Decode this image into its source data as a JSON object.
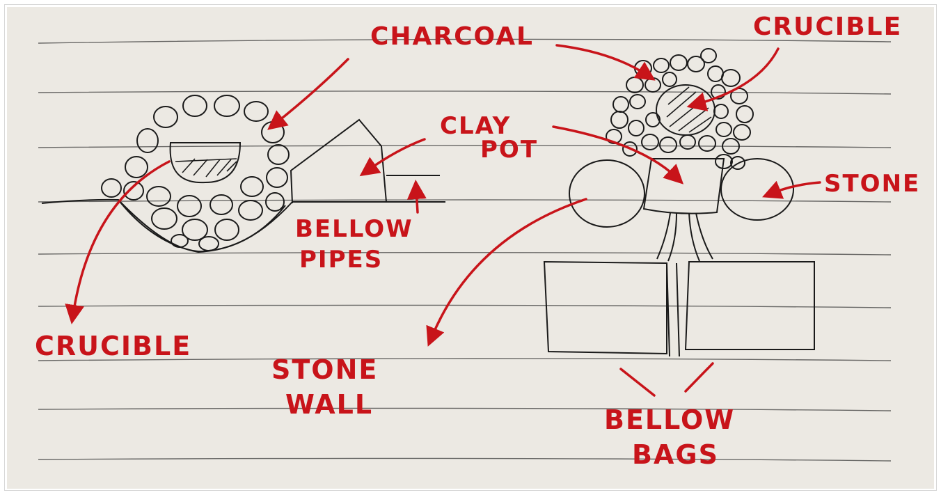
{
  "labels": {
    "charcoal": "CHARCOAL",
    "crucible_top": "CRUCIBLE",
    "clay_pot_line1": "CLAY",
    "clay_pot_line2": "POT",
    "stone": "STONE",
    "bellow_pipes_line1": "BELLOW",
    "bellow_pipes_line2": "PIPES",
    "crucible_left": "CRUCIBLE",
    "stone_wall_line1": "STONE",
    "stone_wall_line2": "WALL",
    "bellow_bags_line1": "BELLOW",
    "bellow_bags_line2": "BAGS"
  },
  "colors": {
    "paper": "#ece9e3",
    "ink_black": "#1a1a1a",
    "ink_red": "#c8141a",
    "rule_line": "#3c3c3c"
  }
}
